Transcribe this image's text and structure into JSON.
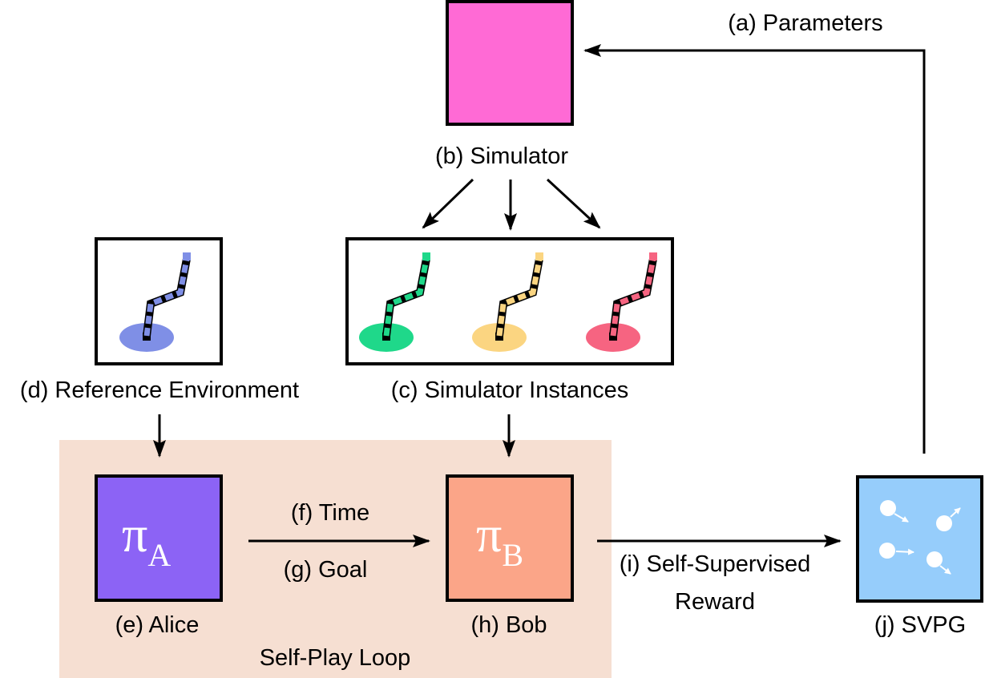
{
  "labels": {
    "parameters": "(a) Parameters",
    "simulator": "(b) Simulator",
    "simulator_instances": "(c) Simulator Instances",
    "reference_environment": "(d) Reference Environment",
    "alice": "(e) Alice",
    "time": "(f) Time",
    "goal": "(g) Goal",
    "bob": "(h) Bob",
    "reward_line1": "(i) Self-Supervised",
    "reward_line2": "Reward",
    "svpg": "(j) SVPG",
    "loop": "Self-Play Loop"
  },
  "policies": {
    "alice": {
      "symbol": "π",
      "subscript": "A"
    },
    "bob": {
      "symbol": "π",
      "subscript": "B"
    }
  },
  "colors": {
    "simulator": "#ff6ad5",
    "alice": "#8c63f5",
    "bob": "#fba588",
    "svpg": "#96cdfb",
    "loop_bg": "#f6dfd2",
    "reference_arm": "#7f8fe6",
    "instance_green": "#1fd88a",
    "instance_yellow": "#fbd581",
    "instance_red": "#f66481"
  }
}
